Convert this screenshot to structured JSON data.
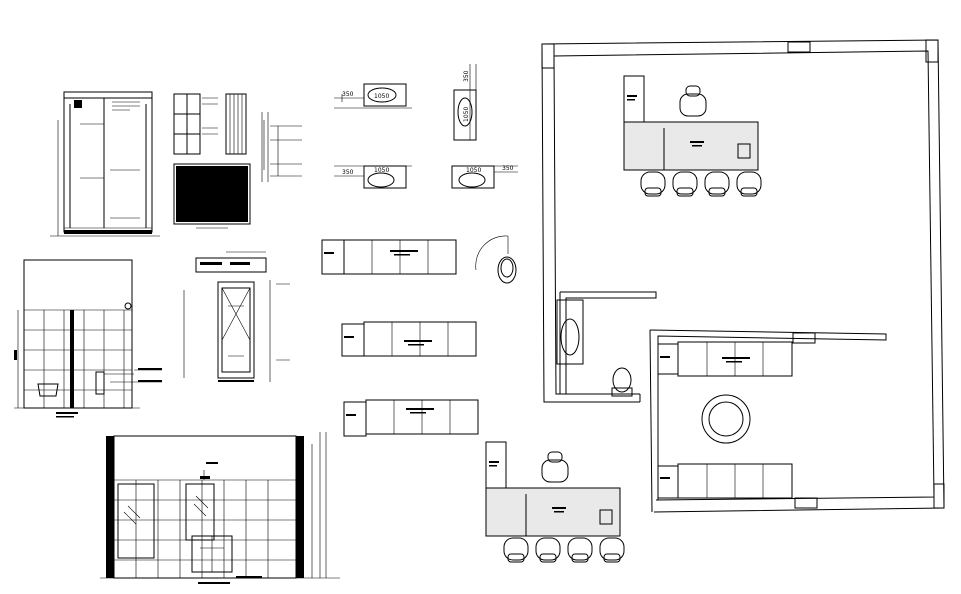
{
  "drawing": {
    "dimension_labels": [
      "350",
      "1050",
      "350",
      "1050",
      "350",
      "1050",
      "350",
      "1050"
    ]
  },
  "colors": {
    "line": "#000000",
    "background": "#ffffff",
    "counter_fill": "#e9e9e9"
  }
}
